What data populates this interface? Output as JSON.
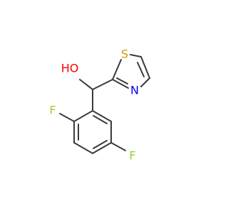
{
  "molecule": {
    "atoms": {
      "oxygen_hydroxyl": {
        "label": "HO",
        "color": "#ff0000"
      },
      "sulfur": {
        "label": "S",
        "color": "#c8a000"
      },
      "nitrogen": {
        "label": "N",
        "color": "#0000ff"
      },
      "fluorine_top": {
        "label": "F",
        "color": "#9acd32"
      },
      "fluorine_bottom": {
        "label": "F",
        "color": "#9acd32"
      }
    },
    "bond_color": "#3a3a3a"
  }
}
